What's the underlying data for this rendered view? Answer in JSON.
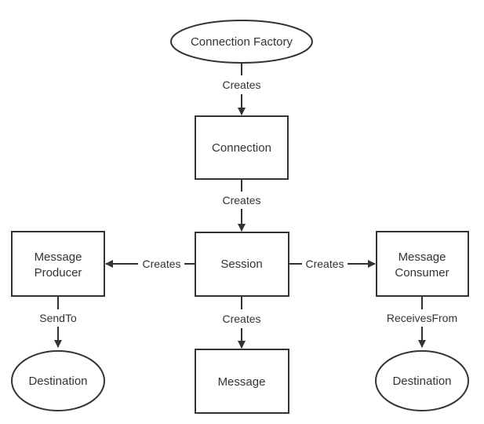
{
  "diagram": {
    "nodes": {
      "connection_factory": {
        "label": "Connection Factory",
        "shape": "ellipse"
      },
      "connection": {
        "label": "Connection",
        "shape": "rectangle"
      },
      "session": {
        "label": "Session",
        "shape": "rectangle"
      },
      "message_producer": {
        "label_line1": "Message",
        "label_line2": "Producer",
        "shape": "rectangle"
      },
      "message_consumer": {
        "label_line1": "Message",
        "label_line2": "Consumer",
        "shape": "rectangle"
      },
      "message": {
        "label": "Message",
        "shape": "rectangle"
      },
      "destination_left": {
        "label": "Destination",
        "shape": "ellipse"
      },
      "destination_right": {
        "label": "Destination",
        "shape": "ellipse"
      }
    },
    "edges": {
      "factory_to_connection": {
        "label": "Creates"
      },
      "connection_to_session": {
        "label": "Creates"
      },
      "session_to_producer": {
        "label": "Creates"
      },
      "session_to_consumer": {
        "label": "Creates"
      },
      "session_to_message": {
        "label": "Creates"
      },
      "producer_to_destination": {
        "label": "SendTo"
      },
      "consumer_to_destination": {
        "label": "ReceivesFrom"
      }
    },
    "colors": {
      "stroke": "#333333",
      "fill": "#ffffff",
      "text": "#333333"
    }
  }
}
